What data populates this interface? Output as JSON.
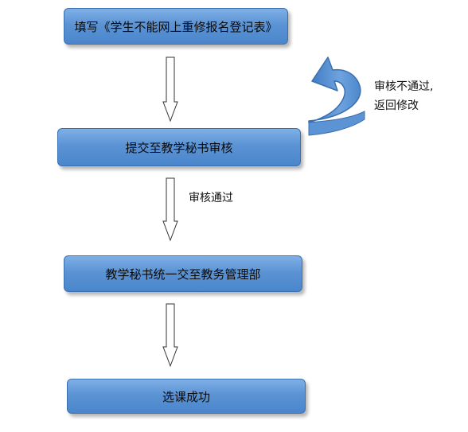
{
  "flowchart": {
    "steps": [
      {
        "label": "填写《学生不能网上重修报名登记表》"
      },
      {
        "label": "提交至教学秘书审核"
      },
      {
        "label": "教学秘书统一交至教务管理部"
      },
      {
        "label": "选课成功"
      }
    ],
    "labels": {
      "approved": "审核通过",
      "rejected_line1": "审核不通过,",
      "rejected_line2": "返回修改"
    },
    "colors": {
      "box_fill_top": "#7fb0e6",
      "box_fill_bottom": "#4a86cc",
      "box_border": "#3a6fb0",
      "return_arrow": "#5b93d4"
    }
  }
}
